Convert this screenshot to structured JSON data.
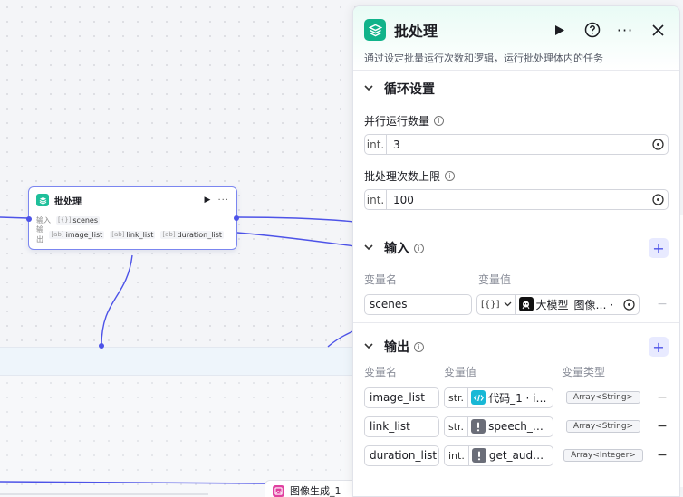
{
  "canvas_node": {
    "title": "批处理",
    "input_label": "输入",
    "output_label": "输出",
    "input_params": [
      {
        "type_icon": "[{}]",
        "name": "scenes"
      }
    ],
    "output_params": [
      {
        "type_icon": "[ab]",
        "name": "image_list"
      },
      {
        "type_icon": "[ab]",
        "name": "link_list"
      },
      {
        "type_icon": "[ab]",
        "name": "duration_list"
      }
    ]
  },
  "bottom_node": {
    "title": "图像生成_1"
  },
  "panel": {
    "title": "批处理",
    "description": "通过设定批量运行次数和逻辑，运行批处理体内的任务",
    "loop_section": {
      "title": "循环设置",
      "concurrency": {
        "label": "并行运行数量",
        "type": "int.",
        "value": "3"
      },
      "batch_limit": {
        "label": "批处理次数上限",
        "type": "int.",
        "value": "100"
      }
    },
    "input_section": {
      "title": "输入",
      "col_name": "变量名",
      "col_value": "变量值",
      "rows": [
        {
          "name": "scenes",
          "type": "[{}]",
          "ref": "大模型_图像… ·"
        }
      ]
    },
    "output_section": {
      "title": "输出",
      "col_name": "变量名",
      "col_value": "变量值",
      "col_type": "变量类型",
      "rows": [
        {
          "name": "image_list",
          "vtype": "str.",
          "ref": "代码_1 · i…",
          "ref_icon": "code-icon",
          "var_type": "Array<String>"
        },
        {
          "name": "link_list",
          "vtype": "str.",
          "ref": "speech_…",
          "ref_icon": "alert-icon",
          "var_type": "Array<String>"
        },
        {
          "name": "duration_list",
          "vtype": "int.",
          "ref": "get_aud…",
          "ref_icon": "alert-icon",
          "var_type": "Array<Integer>"
        }
      ]
    }
  },
  "colors": {
    "accent": "#4d53e8",
    "node_icon": "#1ebf9a",
    "code_ref": "#18b8d6",
    "alert_ref": "#6a6d78"
  }
}
